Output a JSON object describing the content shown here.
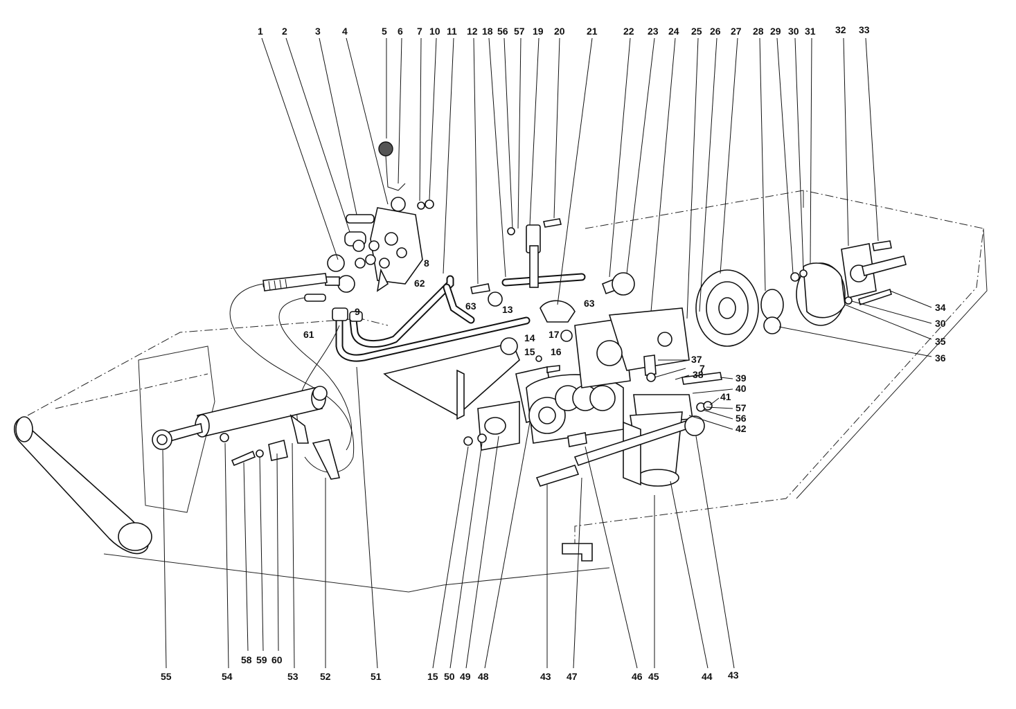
{
  "callouts": {
    "top": [
      "1",
      "2",
      "3",
      "4",
      "5",
      "6",
      "7",
      "10",
      "11",
      "12",
      "18",
      "56",
      "57",
      "19",
      "20",
      "21",
      "22",
      "23",
      "24",
      "25",
      "26",
      "27",
      "28",
      "29",
      "30",
      "31",
      "32",
      "33"
    ],
    "bottom": [
      "55",
      "54",
      "58",
      "59",
      "60",
      "53",
      "52",
      "51",
      "15",
      "50",
      "49",
      "48",
      "43",
      "47",
      "46",
      "45",
      "44",
      "43"
    ],
    "side_right": [
      "34",
      "30",
      "35",
      "36",
      "37",
      "7",
      "38",
      "39",
      "40",
      "41",
      "57",
      "56",
      "42"
    ],
    "inline": [
      "8",
      "62",
      "9",
      "61",
      "63",
      "13",
      "14",
      "17",
      "15",
      "16",
      "63"
    ]
  }
}
